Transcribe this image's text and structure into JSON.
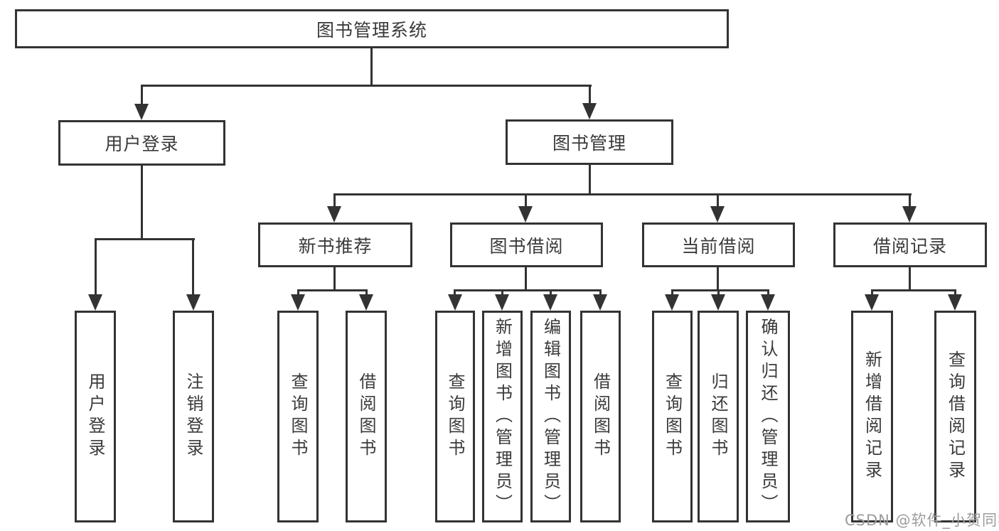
{
  "diagram": {
    "root": {
      "label": "图书管理系统"
    },
    "branches": [
      {
        "label": "用户登录",
        "children": [
          {
            "label": "用户登录"
          },
          {
            "label": "注销登录"
          }
        ]
      },
      {
        "label": "图书管理",
        "children": [
          {
            "label": "新书推荐",
            "children": [
              {
                "label": "查询图书"
              },
              {
                "label": "借阅图书"
              }
            ]
          },
          {
            "label": "图书借阅",
            "children": [
              {
                "label": "查询图书"
              },
              {
                "label": "新增图书（管理员）"
              },
              {
                "label": "编辑图书（管理员）"
              },
              {
                "label": "借阅图书"
              }
            ]
          },
          {
            "label": "当前借阅",
            "children": [
              {
                "label": "查询图书"
              },
              {
                "label": "归还图书"
              },
              {
                "label": "确认归还（管理员）"
              }
            ]
          },
          {
            "label": "借阅记录",
            "children": [
              {
                "label": "新增借阅记录"
              },
              {
                "label": "查询借阅记录"
              }
            ]
          }
        ]
      }
    ],
    "colors": {
      "line": "#333333",
      "text": "#3a3a3a",
      "background": "#ffffff",
      "watermark": "#9c9c9c"
    }
  },
  "watermark": {
    "text": "CSDN @软件_小贺同学"
  }
}
